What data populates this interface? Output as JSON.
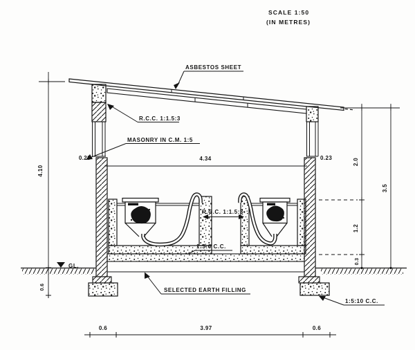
{
  "scale_note": {
    "line1": "SCALE  1:50",
    "line2": "(IN METRES)"
  },
  "labels": {
    "asbestos_sheet": "ASBESTOS SHEET",
    "rcc_roof_band": "R.C.C. 1:1.5:3",
    "masonry": "MASONRY IN C.M. 1:5",
    "rcc_trough": "R.C.C. 1:1.5:3",
    "cc_floor": "1:3:6 C.C.",
    "earth_filling": "SELECTED EARTH FILLING",
    "footing_concrete": "1:5:10 C.C.",
    "ground_level": "GL."
  },
  "dimensions": {
    "overall_height": "4.10",
    "left_wall_thickness": "0.23",
    "clear_span": "4.34",
    "right_wall_thickness": "0.23",
    "roof_to_trough_top": "2.0",
    "overall_right_height": "3.5",
    "trough_depth": "1.2",
    "plinth_height": "0.3",
    "foundation_depth": "0.6",
    "left_footing_width": "0.6",
    "footing_span": "3.97",
    "right_footing_width": "0.6"
  },
  "colors": {
    "ink": "#141414",
    "paper": "#fdfdfc"
  }
}
